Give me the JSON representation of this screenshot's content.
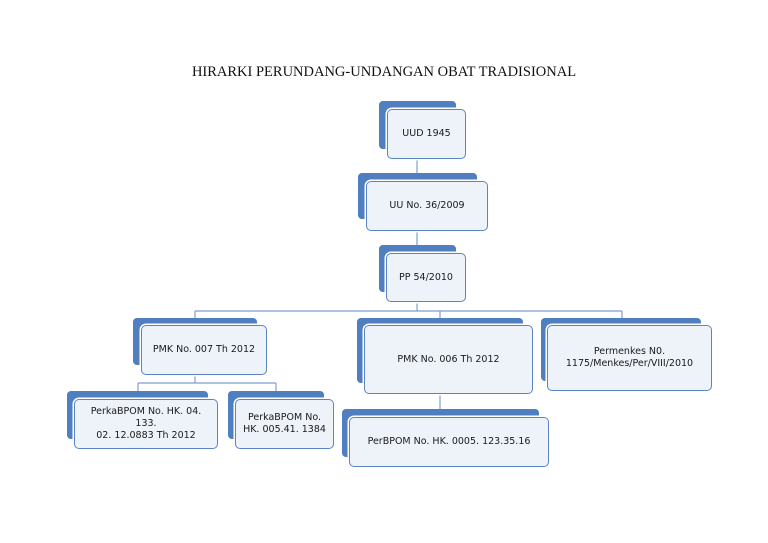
{
  "title": "HIRARKI PERUNDANG-UNDANGAN OBAT TRADISIONAL",
  "nodes": {
    "uud": "UUD 1945",
    "uu": "UU No. 36/2009",
    "pp": "PP 54/2010",
    "pmk007": "PMK No. 007 Th 2012",
    "pmk006": "PMK No. 006 Th 2012",
    "permenkes": "Permenkes N0.\n1175/Menkes/Per/VIII/2010",
    "perka1": "PerkaBPOM No. HK. 04. 133.\n02. 12.0883 Th 2012",
    "perka2": "PerkaBPOM No.\nHK. 005.41. 1384",
    "perbpom": "PerBPOM No. HK. 0005. 123.35.16"
  },
  "colors": {
    "accent": "#4f7fc0",
    "fill": "#eef2f9",
    "line": "#5a85c2"
  }
}
